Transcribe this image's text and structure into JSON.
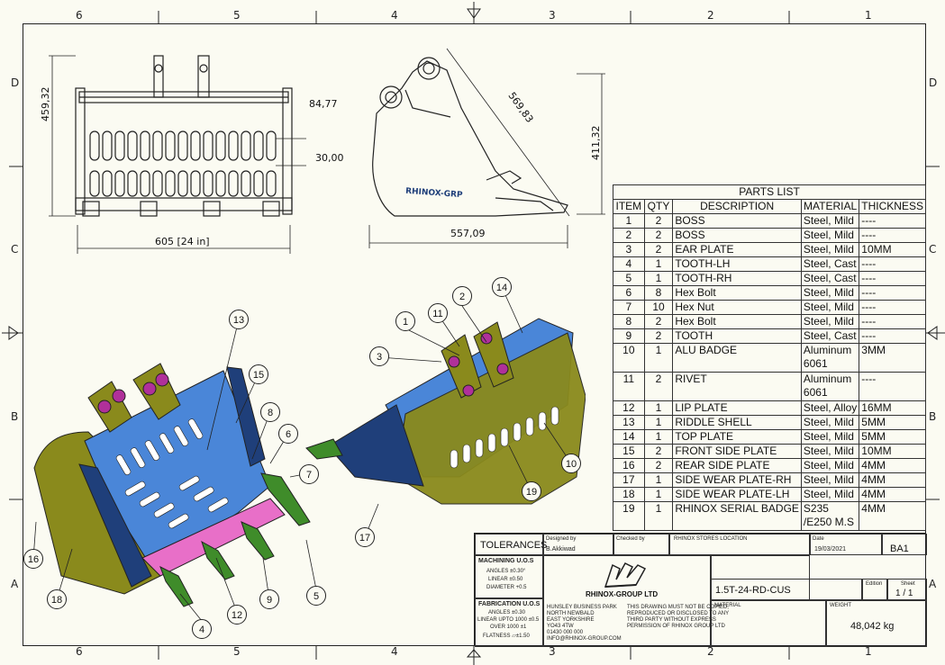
{
  "zones": {
    "columns": [
      "6",
      "5",
      "4",
      "3",
      "2",
      "1"
    ],
    "rows": [
      "D",
      "C",
      "B",
      "A"
    ]
  },
  "dimensions": {
    "front_height": "459,32",
    "front_slot_pitch": "84,77",
    "front_slot_width": "30,00",
    "front_width": "605 [24 in]",
    "side_diagonal": "569,83",
    "side_height": "411,32",
    "side_length": "557,09"
  },
  "bucket_logo_text": "RHINOX-GRP",
  "balloons": [
    "1",
    "2",
    "3",
    "4",
    "5",
    "6",
    "7",
    "8",
    "9",
    "10",
    "11",
    "12",
    "13",
    "14",
    "15",
    "16",
    "17",
    "18",
    "19"
  ],
  "parts_list": {
    "title": "PARTS LIST",
    "headers": [
      "ITEM",
      "QTY",
      "DESCRIPTION",
      "MATERIAL",
      "THICKNESS"
    ],
    "rows": [
      {
        "item": "1",
        "qty": "2",
        "desc": "BOSS",
        "mat1": "Steel, Mild",
        "mat2": "",
        "thk": "----"
      },
      {
        "item": "2",
        "qty": "2",
        "desc": "BOSS",
        "mat1": "Steel, Mild",
        "mat2": "",
        "thk": "----"
      },
      {
        "item": "3",
        "qty": "2",
        "desc": "EAR PLATE",
        "mat1": "Steel, Mild",
        "mat2": "",
        "thk": "10MM"
      },
      {
        "item": "4",
        "qty": "1",
        "desc": "TOOTH-LH",
        "mat1": "Steel, Cast",
        "mat2": "",
        "thk": "----"
      },
      {
        "item": "5",
        "qty": "1",
        "desc": "TOOTH-RH",
        "mat1": "Steel, Cast",
        "mat2": "",
        "thk": "----"
      },
      {
        "item": "6",
        "qty": "8",
        "desc": "Hex Bolt",
        "mat1": "Steel, Mild",
        "mat2": "",
        "thk": "----"
      },
      {
        "item": "7",
        "qty": "10",
        "desc": "Hex Nut",
        "mat1": "Steel, Mild",
        "mat2": "",
        "thk": "----"
      },
      {
        "item": "8",
        "qty": "2",
        "desc": "Hex Bolt",
        "mat1": "Steel, Mild",
        "mat2": "",
        "thk": "----"
      },
      {
        "item": "9",
        "qty": "2",
        "desc": "TOOTH",
        "mat1": "Steel, Cast",
        "mat2": "",
        "thk": "----"
      },
      {
        "item": "10",
        "qty": "1",
        "desc": "ALU BADGE",
        "mat1": "Aluminum",
        "mat2": "6061",
        "thk": "3MM"
      },
      {
        "item": "11",
        "qty": "2",
        "desc": "RIVET",
        "mat1": "Aluminum",
        "mat2": "6061",
        "thk": "----"
      },
      {
        "item": "12",
        "qty": "1",
        "desc": "LIP PLATE",
        "mat1": "Steel, Alloy",
        "mat2": "",
        "thk": "16MM"
      },
      {
        "item": "13",
        "qty": "1",
        "desc": "RIDDLE SHELL",
        "mat1": "Steel, Mild",
        "mat2": "",
        "thk": "5MM"
      },
      {
        "item": "14",
        "qty": "1",
        "desc": "TOP PLATE",
        "mat1": "Steel, Mild",
        "mat2": "",
        "thk": "5MM"
      },
      {
        "item": "15",
        "qty": "2",
        "desc": "FRONT SIDE PLATE",
        "mat1": "Steel, Mild",
        "mat2": "",
        "thk": "10MM"
      },
      {
        "item": "16",
        "qty": "2",
        "desc": "REAR SIDE PLATE",
        "mat1": "Steel, Mild",
        "mat2": "",
        "thk": "4MM"
      },
      {
        "item": "17",
        "qty": "1",
        "desc": "SIDE WEAR PLATE-RH",
        "mat1": "Steel, Mild",
        "mat2": "",
        "thk": "4MM"
      },
      {
        "item": "18",
        "qty": "1",
        "desc": "SIDE WEAR PLATE-LH",
        "mat1": "Steel, Mild",
        "mat2": "",
        "thk": "4MM"
      },
      {
        "item": "19",
        "qty": "1",
        "desc": "RHINOX SERIAL BADGE",
        "mat1": "S235",
        "mat2": "/E250 M.S",
        "thk": "4MM"
      }
    ]
  },
  "title_block": {
    "tolerances_title": "TOLERANCES",
    "machining_title": "MACHINING U.O.S",
    "machining_lines": [
      "ANGLES ±0.30°",
      "LINEAR ±0.50",
      "DIAMETER +0.5"
    ],
    "fabrication_title": "FABRICATION U.O.S",
    "fabrication_lines": [
      "ANGLES ±0.30",
      "LINEAR UPTO 1000 ±0.5",
      "OVER 1000 ±1",
      "FLATNESS ⏥±1.50"
    ],
    "designed_by_label": "Designed by",
    "designed_by": "B.Akkiwad",
    "checked_by_label": "Checked by",
    "location": "RHINOX STORES LOCATION",
    "date_label": "Date",
    "date": "19/03/2021",
    "size": "BA1",
    "company": "RHINOX-GROUP LTD",
    "address": [
      "HUNSLEY BUSINESS PARK",
      "NORTH NEWBALD",
      "EAST YORKSHIRE",
      "YO43 4TW",
      "01430 000 000",
      "INFO@RHINOX-GROUP.COM"
    ],
    "copyright": [
      "THIS DRAWING MUST NOT BE COPIED,",
      "REPRODUCED OR DISCLOSED TO ANY",
      "THIRD PARTY WITHOUT EXPRESS",
      "PERMISSION OF RHINOX GROUP LTD"
    ],
    "drawing_number": "1.5T-24-RD-CUS",
    "edition_label": "Edition",
    "sheet_label": "Sheet",
    "sheet": "1 / 1",
    "material_label": "MATERIAL",
    "weight_label": "WEIGHT",
    "weight": "48,042 kg"
  },
  "colors": {
    "blue": "#4a86d8",
    "olive": "#8a8a1c",
    "green": "#3f8c2a",
    "pink": "#e86fc8",
    "magenta": "#b0309a",
    "navy": "#1f3f7a"
  }
}
